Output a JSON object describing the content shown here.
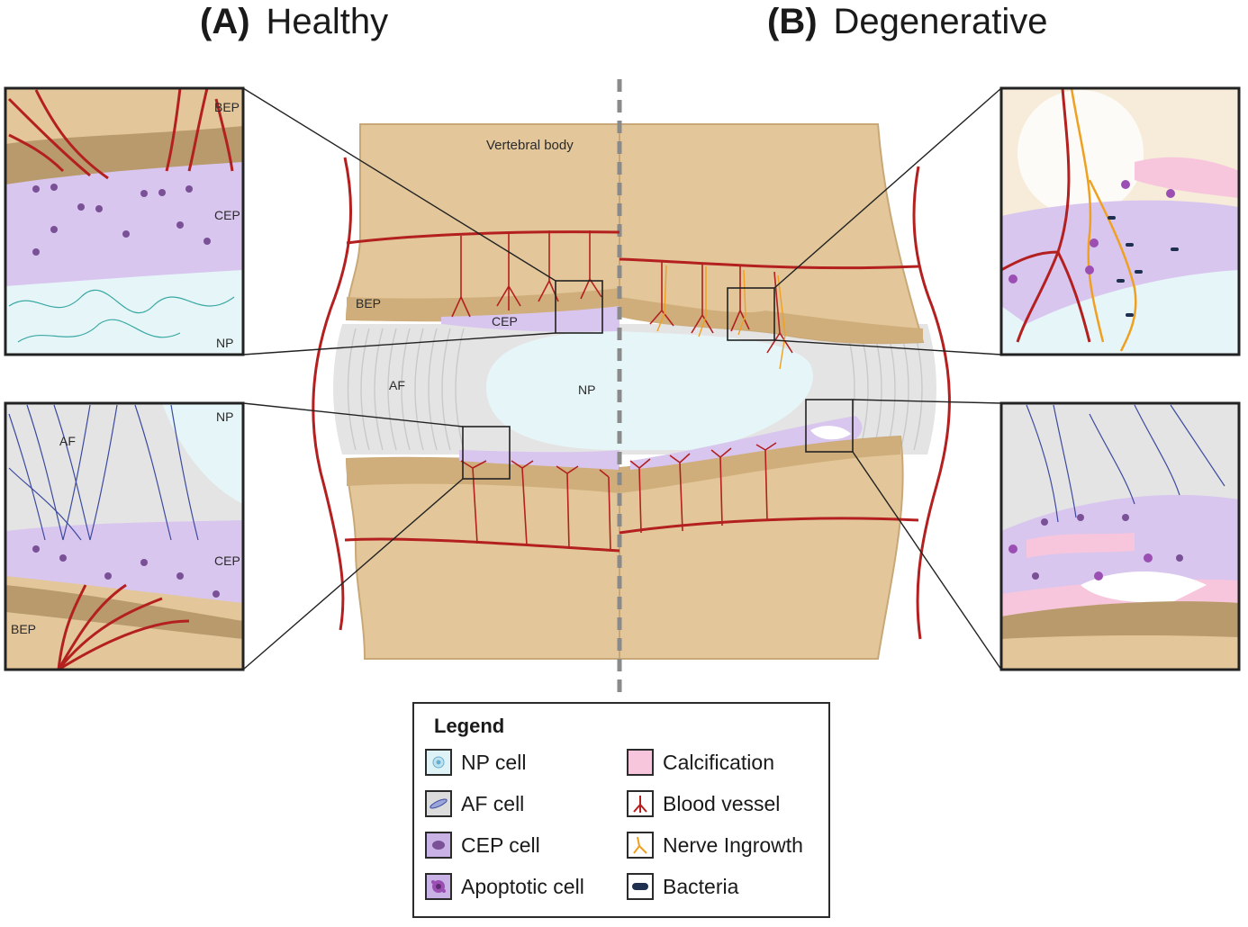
{
  "titles": {
    "a_letter": "(A)",
    "a_text": "Healthy",
    "b_letter": "(B)",
    "b_text": "Degenerative"
  },
  "labels": {
    "vertebral_body": "Vertebral body",
    "bep": "BEP",
    "cep": "CEP",
    "af": "AF",
    "np": "NP"
  },
  "legend": {
    "title": "Legend",
    "items": [
      {
        "label": "NP cell",
        "icon": "np-cell-icon",
        "color": "#dff3f6"
      },
      {
        "label": "AF cell",
        "icon": "af-cell-icon",
        "color": "#dcdcdc"
      },
      {
        "label": "CEP cell",
        "icon": "cep-cell-icon",
        "color": "#c9b3e6"
      },
      {
        "label": "Apoptotic cell",
        "icon": "apoptotic-cell-icon",
        "color": "#c9b3e6"
      },
      {
        "label": "Calcification",
        "icon": "calcification-icon",
        "color": "#f7c6dc"
      },
      {
        "label": "Blood vessel",
        "icon": "blood-vessel-icon",
        "color": "#ffffff"
      },
      {
        "label": "Nerve Ingrowth",
        "icon": "nerve-ingrowth-icon",
        "color": "#ffffff"
      },
      {
        "label": "Bacteria",
        "icon": "bacteria-icon",
        "color": "#ffffff"
      }
    ]
  },
  "colors": {
    "bone": "#e3c79a",
    "bone_dark": "#b89a6c",
    "cep": "#d8c6ef",
    "np": "#e6f6f8",
    "af": "#e4e4e4",
    "vessel": "#b3201f",
    "nerve": "#f0a020",
    "calcification": "#f7c6dc",
    "bacteria": "#1f2f4f",
    "apoptotic": "#9b4fb3"
  }
}
